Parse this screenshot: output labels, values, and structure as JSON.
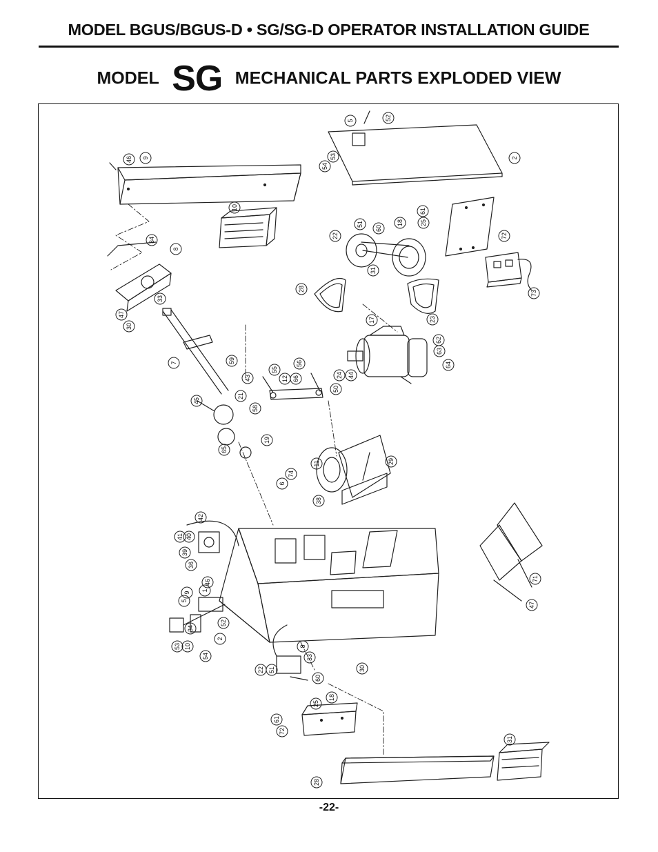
{
  "document": {
    "header_title": "MODEL BGUS/BGUS-D • SG/SG-D OPERATOR INSTALLATION GUIDE",
    "subtitle": {
      "prefix": "MODEL",
      "model": "SG",
      "suffix": "MECHANICAL PARTS EXPLODED VIEW"
    },
    "page_number": "-22-"
  },
  "diagram": {
    "callouts": [
      {
        "label": "46"
      },
      {
        "label": "9"
      },
      {
        "label": "5"
      },
      {
        "label": "52"
      },
      {
        "label": "2"
      },
      {
        "label": "54"
      },
      {
        "label": "53"
      },
      {
        "label": "10"
      },
      {
        "label": "34"
      },
      {
        "label": "8"
      },
      {
        "label": "33"
      },
      {
        "label": "47"
      },
      {
        "label": "30"
      },
      {
        "label": "22"
      },
      {
        "label": "51"
      },
      {
        "label": "60"
      },
      {
        "label": "18"
      },
      {
        "label": "25"
      },
      {
        "label": "61"
      },
      {
        "label": "72"
      },
      {
        "label": "28"
      },
      {
        "label": "31"
      },
      {
        "label": "73"
      },
      {
        "label": "23"
      },
      {
        "label": "17"
      },
      {
        "label": "62"
      },
      {
        "label": "63"
      },
      {
        "label": "64"
      },
      {
        "label": "7"
      },
      {
        "label": "59"
      },
      {
        "label": "55"
      },
      {
        "label": "12"
      },
      {
        "label": "66"
      },
      {
        "label": "56"
      },
      {
        "label": "50"
      },
      {
        "label": "24"
      },
      {
        "label": "44"
      },
      {
        "label": "43"
      },
      {
        "label": "45"
      },
      {
        "label": "21"
      },
      {
        "label": "58"
      },
      {
        "label": "65"
      },
      {
        "label": "19"
      },
      {
        "label": "29"
      },
      {
        "label": "11"
      },
      {
        "label": "6"
      },
      {
        "label": "74"
      },
      {
        "label": "38"
      },
      {
        "label": "42"
      },
      {
        "label": "41"
      },
      {
        "label": "40"
      },
      {
        "label": "39"
      },
      {
        "label": "36"
      },
      {
        "label": "71"
      },
      {
        "label": "1"
      }
    ]
  }
}
